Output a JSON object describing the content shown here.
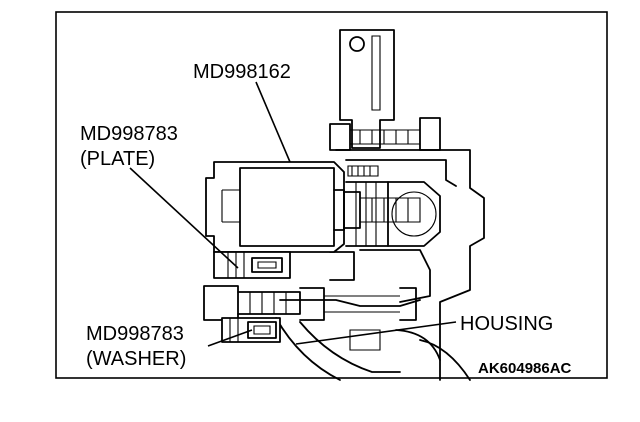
{
  "labels": {
    "tool_md998162": "MD998162",
    "plate_code": "MD998783",
    "plate_note": "(PLATE)",
    "washer_code": "MD998783",
    "washer_note": "(WASHER)",
    "housing": "HOUSING"
  },
  "figure_code": "AK604986AC"
}
